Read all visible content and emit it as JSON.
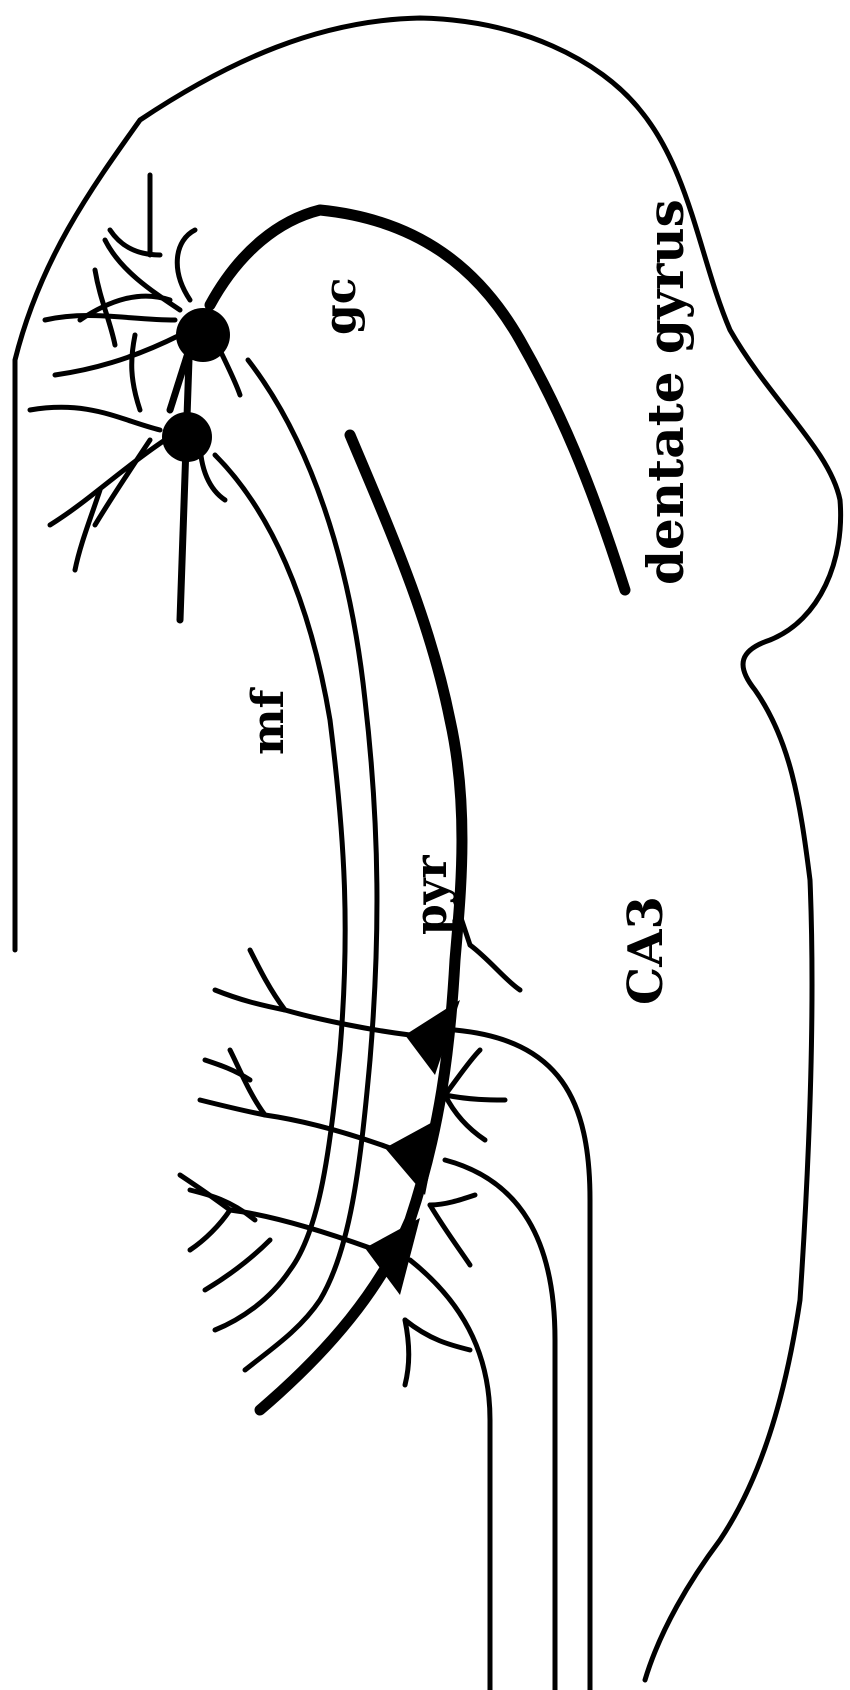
{
  "labels": {
    "dentate_gyrus": "dentate gyrus",
    "gc": "gc",
    "mf": "mf",
    "pyr": "pyr",
    "ca3": "CA3"
  },
  "colors": {
    "ink": "#000000",
    "background": "#ffffff"
  }
}
